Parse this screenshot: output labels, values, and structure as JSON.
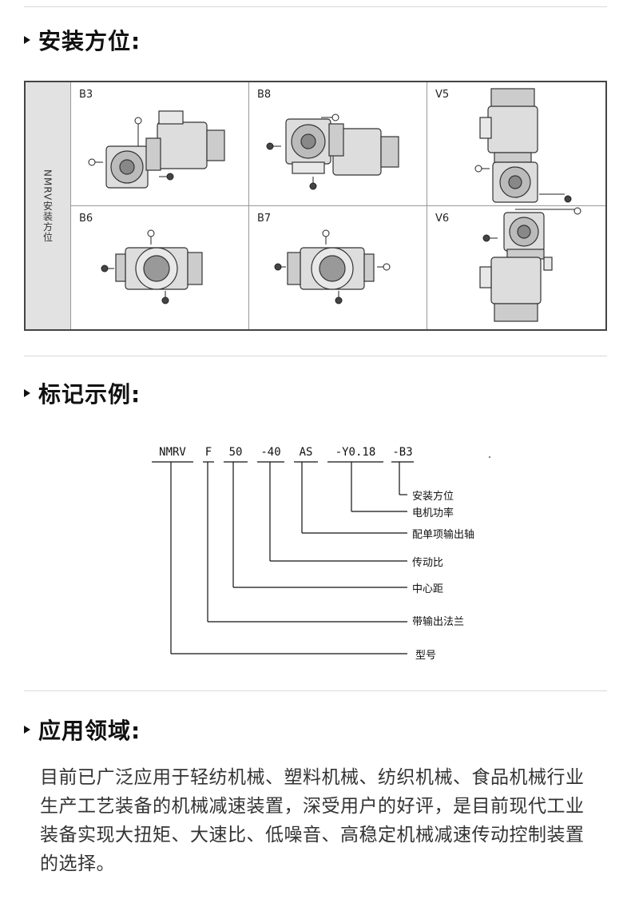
{
  "sections": {
    "mounting": {
      "title": "安装方位:",
      "side_label": "NMRV安装方位"
    },
    "marking": {
      "title": "标记示例:"
    },
    "application": {
      "title": "应用领域:",
      "paragraph": "目前已广泛应用于轻纺机械、塑料机械、纺织机械、食品机械行业生产工艺装备的机械减速装置，深受用户的好评，是目前现代工业装备实现大扭矩、大速比、低噪音、高稳定机械减速传动控制装置的选择。"
    }
  },
  "mount_positions": [
    {
      "label": "B3"
    },
    {
      "label": "B8"
    },
    {
      "label": "V5"
    },
    {
      "label": "B6"
    },
    {
      "label": "B7"
    },
    {
      "label": "V6"
    }
  ],
  "model_code": {
    "parts": [
      "NMRV",
      "F",
      "50",
      "-40",
      "AS",
      "-Y0.18",
      "-B3"
    ],
    "descriptions": [
      "安装方位",
      "电机功率",
      "配单项输出轴",
      "传动比",
      "中心距",
      "带输出法兰",
      "型号"
    ]
  },
  "colors": {
    "border": "#444444",
    "side_bg": "#e2e2e2",
    "line": "#111111"
  }
}
